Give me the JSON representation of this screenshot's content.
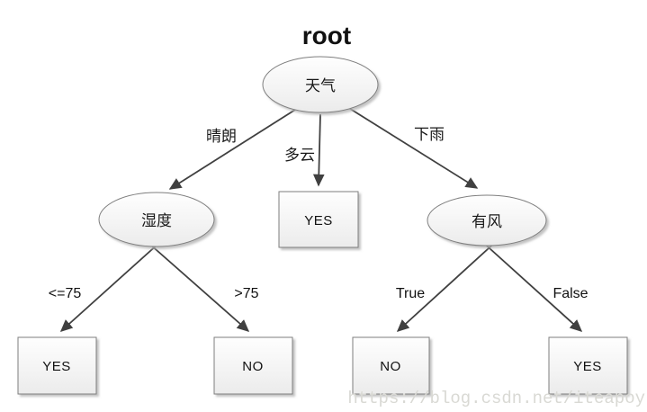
{
  "diagram": {
    "title": "root",
    "nodes": {
      "weather": {
        "label": "天气",
        "shape": "ellipse"
      },
      "humidity": {
        "label": "湿度",
        "shape": "ellipse"
      },
      "yes_mid": {
        "label": "YES",
        "shape": "rect"
      },
      "windy": {
        "label": "有风",
        "shape": "ellipse"
      },
      "yes_left": {
        "label": "YES",
        "shape": "rect"
      },
      "no_left": {
        "label": "NO",
        "shape": "rect"
      },
      "no_right": {
        "label": "NO",
        "shape": "rect"
      },
      "yes_right": {
        "label": "YES",
        "shape": "rect"
      }
    },
    "edges": {
      "sunny": {
        "label": "晴朗",
        "from": "weather",
        "to": "humidity"
      },
      "cloudy": {
        "label": "多云",
        "from": "weather",
        "to": "yes_mid"
      },
      "rainy": {
        "label": "下雨",
        "from": "weather",
        "to": "windy"
      },
      "le75": {
        "label": "<=75",
        "from": "humidity",
        "to": "yes_left"
      },
      "gt75": {
        "label": ">75",
        "from": "humidity",
        "to": "no_left"
      },
      "wtrue": {
        "label": "True",
        "from": "windy",
        "to": "no_right"
      },
      "wfalse": {
        "label": "False",
        "from": "windy",
        "to": "yes_right"
      }
    },
    "colors": {
      "edge": "#404040",
      "node_border": "#7f7f7f",
      "node_fill_top": "#fefefe",
      "node_fill_bottom": "#ebebeb",
      "shadow": "#b4b4b4",
      "text": "#1a1a1a",
      "watermark": "#d9d9d4"
    },
    "watermark": "https://blog.csdn.net/iteapoy"
  }
}
